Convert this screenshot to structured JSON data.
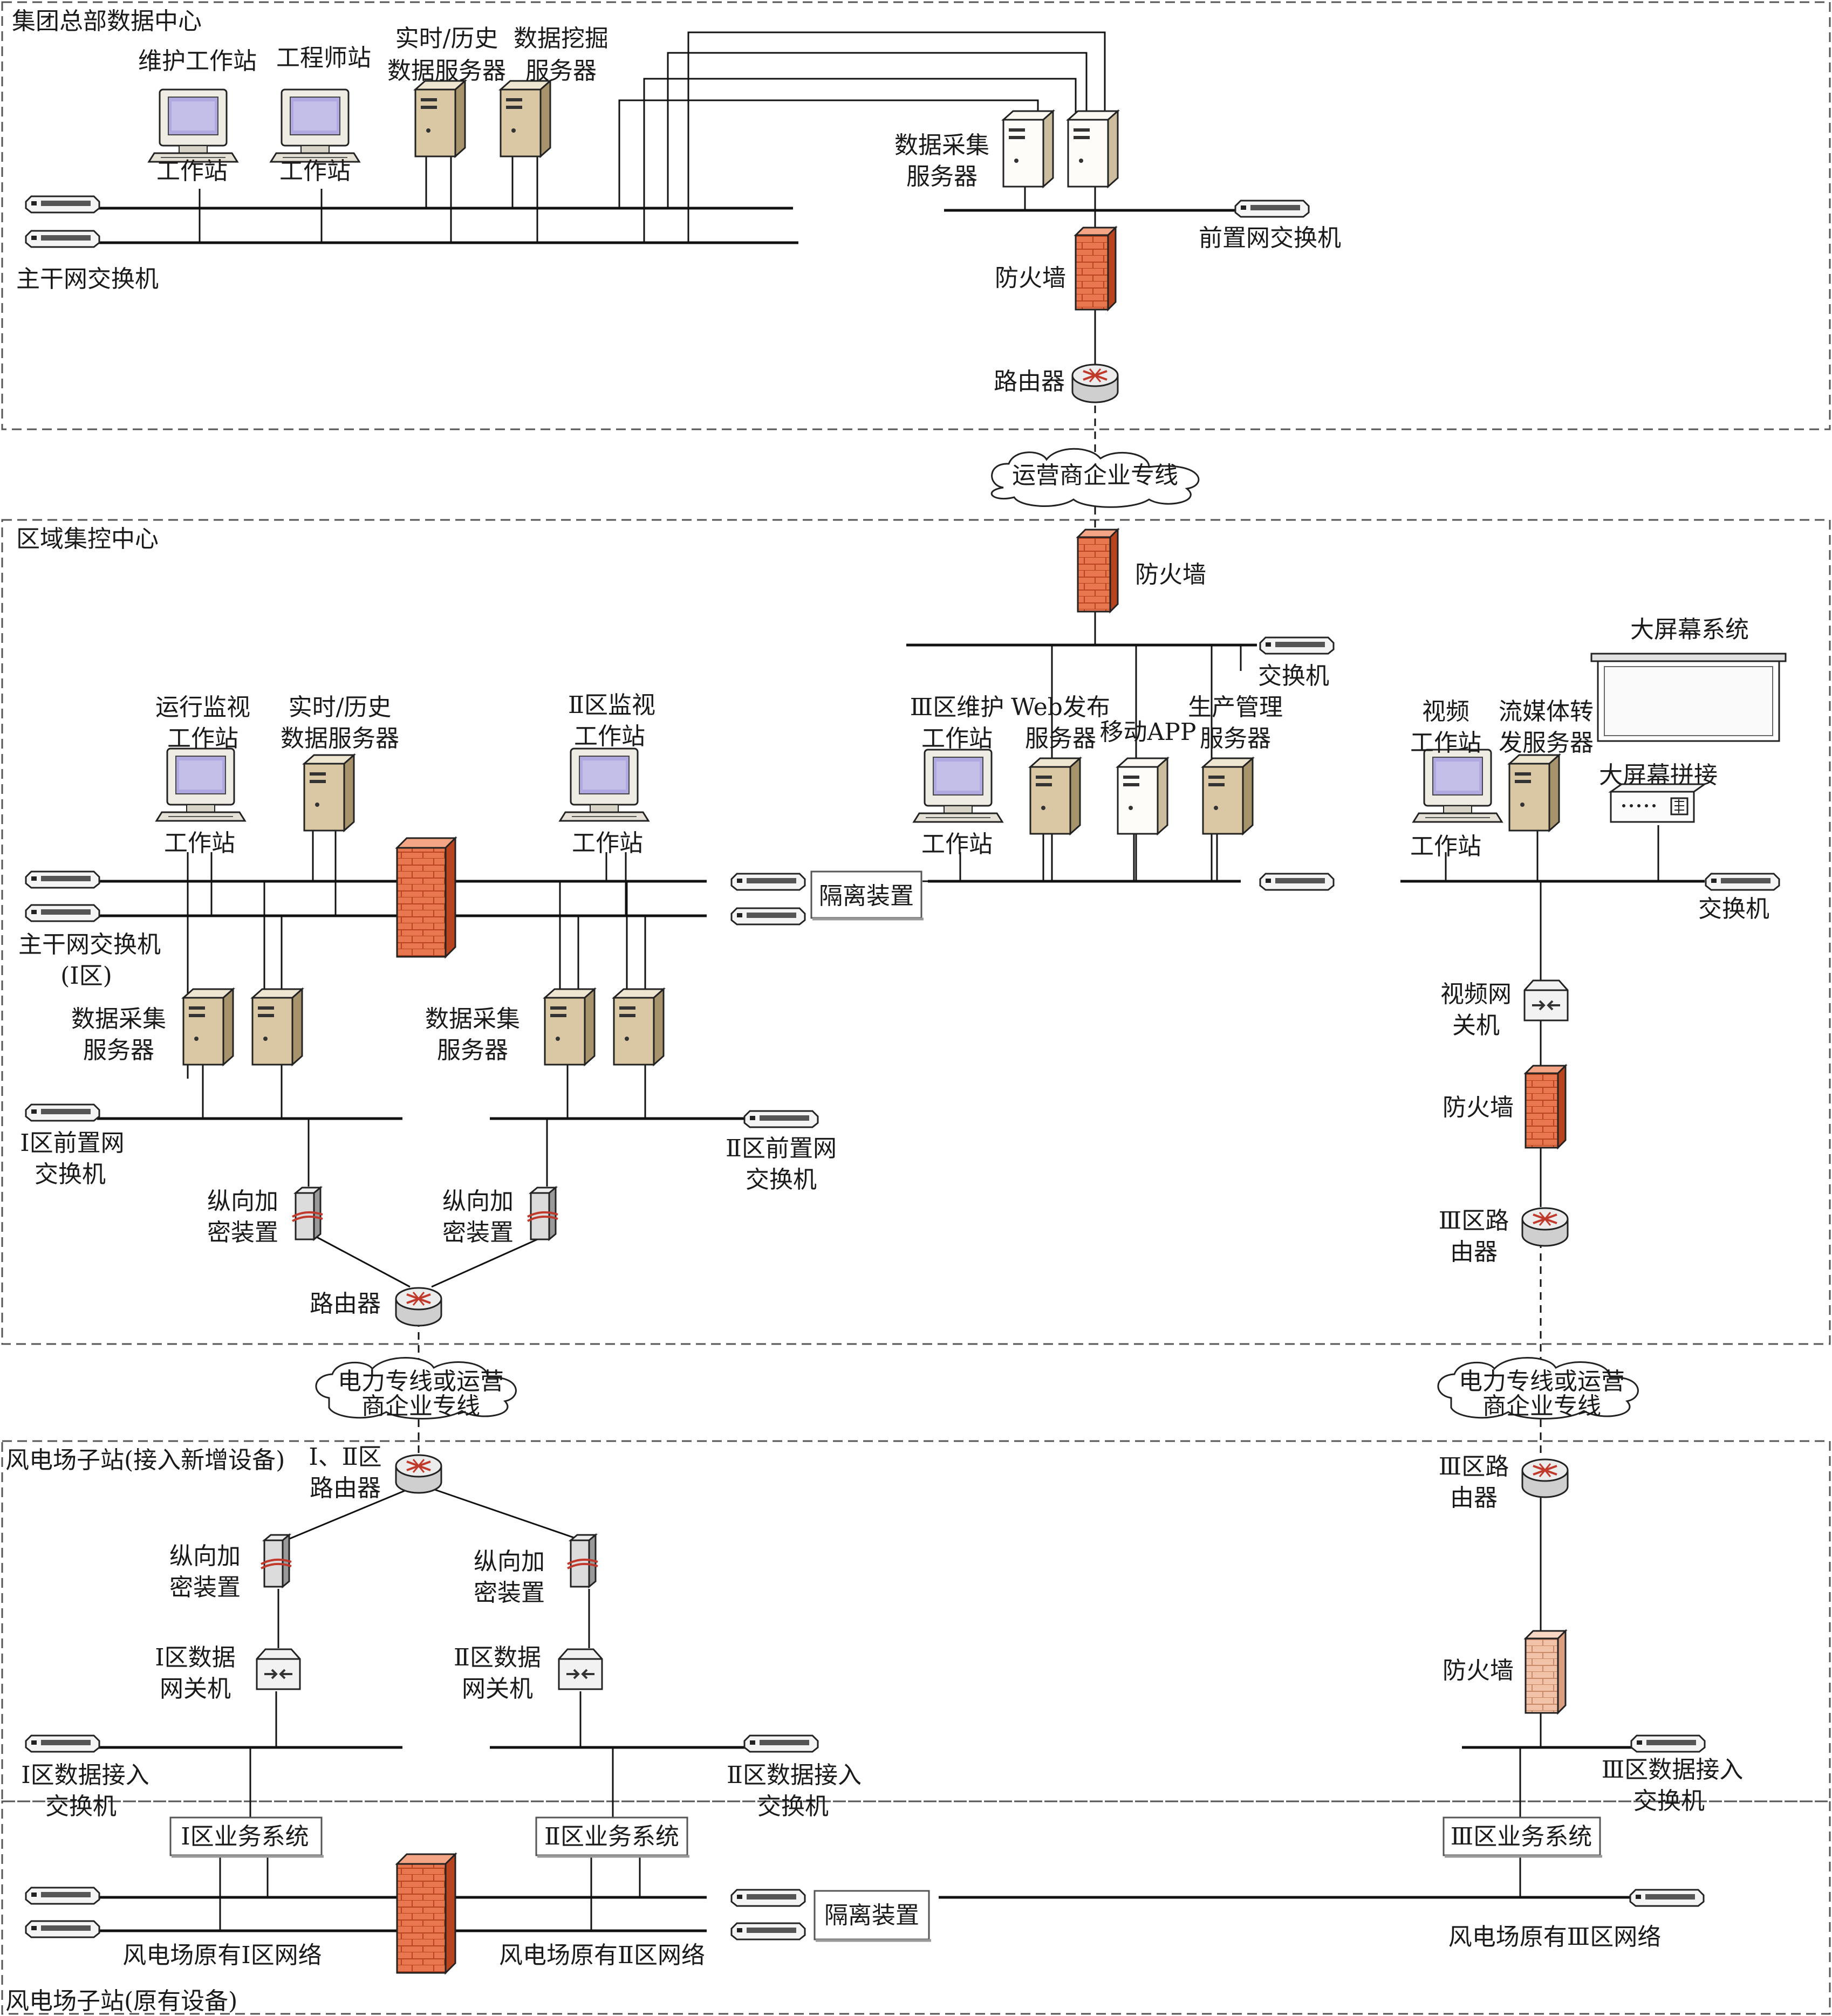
{
  "zones": {
    "hq": "集团总部数据中心",
    "regional": "区域集控中心",
    "substation_new": "风电场子站(接入新增设备)",
    "substation_old": "风电场子站(原有设备)"
  },
  "hq": {
    "maint_ws": "维护工作站",
    "eng_ws": "工程师站",
    "ws_caption": "工作站",
    "hist_server": [
      "实时/历史",
      "数据服务器"
    ],
    "mining_server": [
      "数据挖掘",
      "服务器"
    ],
    "acq_server": [
      "数据采集",
      "服务器"
    ],
    "backbone_switch": "主干网交换机",
    "front_switch": "前置网交换机",
    "firewall": "防火墙",
    "router": "路由器"
  },
  "links": {
    "carrier_line": "运营商企业专线",
    "power_line": [
      "电力专线或运营",
      "商企业专线"
    ]
  },
  "regional": {
    "firewall_top": "防火墙",
    "switch_top": "交换机",
    "run_monitor_ws": [
      "运行监视",
      "工作站"
    ],
    "hist_server": [
      "实时/历史",
      "数据服务器"
    ],
    "z2_monitor_ws": [
      "Ⅱ区监视",
      "工作站"
    ],
    "z3_maint_ws": [
      "Ⅲ区维护",
      "工作站"
    ],
    "web_server": [
      "Web发布",
      "服务器"
    ],
    "mobile_app": "移动APP",
    "prod_mgmt": [
      "生产管理",
      "服务器"
    ],
    "ws_caption": "工作站",
    "backbone_switch": [
      "主干网交换机",
      "(Ⅰ区)"
    ],
    "isolation": "隔离装置",
    "acq_server": [
      "数据采集",
      "服务器"
    ],
    "z1_front_switch": [
      "Ⅰ区前置网",
      "交换机"
    ],
    "z2_front_switch": [
      "Ⅱ区前置网",
      "交换机"
    ],
    "encryptor": [
      "纵向加",
      "密装置"
    ],
    "router": "路由器",
    "big_screen": "大屏幕系统",
    "video_ws": [
      "视频",
      "工作站"
    ],
    "stream_server": [
      "流媒体转",
      "发服务器"
    ],
    "screen_splice": "大屏幕拼接",
    "switch_right": "交换机",
    "video_gw": [
      "视频网",
      "关机"
    ],
    "firewall_right": "防火墙",
    "z3_router": [
      "Ⅲ区路",
      "由器"
    ]
  },
  "substation": {
    "z12_router": [
      "Ⅰ、Ⅱ区",
      "路由器"
    ],
    "encryptor": [
      "纵向加",
      "密装置"
    ],
    "z1_gateway": [
      "Ⅰ区数据",
      "网关机"
    ],
    "z2_gateway": [
      "Ⅱ区数据",
      "网关机"
    ],
    "z1_access_switch": [
      "Ⅰ区数据接入",
      "交换机"
    ],
    "z2_access_switch": [
      "Ⅱ区数据接入",
      "交换机"
    ],
    "z3_router": [
      "Ⅲ区路",
      "由器"
    ],
    "firewall": "防火墙",
    "z3_access_switch": [
      "Ⅲ区数据接入",
      "交换机"
    ],
    "z1_business": "Ⅰ区业务系统",
    "z2_business": "Ⅱ区业务系统",
    "z3_business": "Ⅲ区业务系统",
    "isolation": "隔离装置",
    "z1_network": "风电场原有Ⅰ区网络",
    "z2_network": "风电场原有Ⅱ区网络",
    "z3_network": "风电场原有Ⅲ区网络"
  },
  "icons": [
    "switch-icon",
    "workstation-icon",
    "server-icon",
    "firewall-icon",
    "router-icon",
    "cloud-icon",
    "encryptor-icon",
    "gateway-icon",
    "screen-icon",
    "splicer-icon"
  ],
  "colors": {
    "firewall": "#e8764f",
    "firewall_pale": "#f2c2a8",
    "server": "#dac8a4",
    "monitor": "#9c94d6",
    "border": "#555555"
  }
}
